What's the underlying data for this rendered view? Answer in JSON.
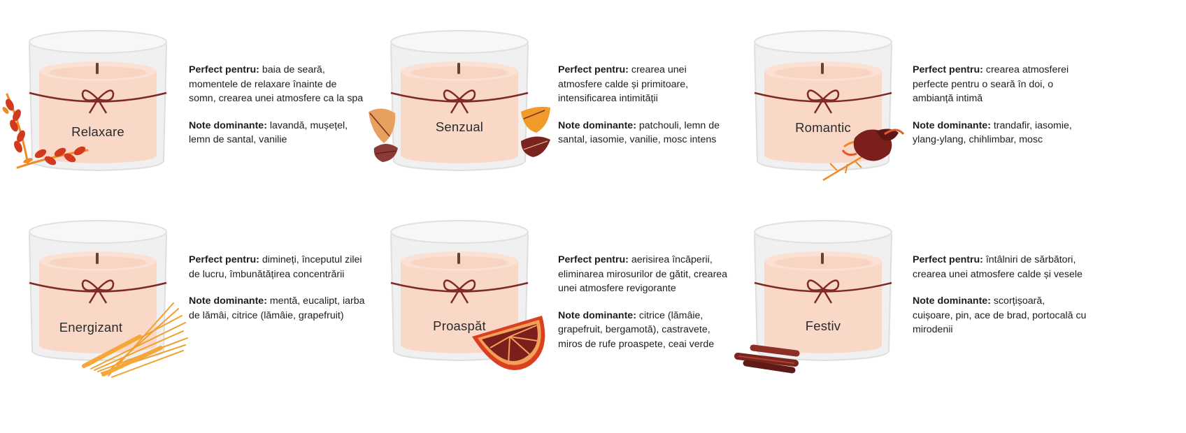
{
  "colors": {
    "wax": "#f9d8c8",
    "wax_top": "#fbe3d6",
    "glass": "#ececec",
    "glass_edge": "#d9d9d9",
    "ribbon": "#7e2a22",
    "wick": "#6b4030",
    "accent_orange": "#f08a24",
    "accent_red": "#c63a1f",
    "accent_dark": "#6e1f1b"
  },
  "labels": {
    "perfect_for": "Perfect pentru:",
    "dominant_notes": "Note dominante:"
  },
  "candles": [
    {
      "name": "Relaxare",
      "decoration": "lavender-icon",
      "perfect_for": " baia de seară, momentele de relaxare înainte de somn, crearea unei atmosfere ca la spa",
      "notes": " lavandă, mușețel, lemn de santal, vanilie"
    },
    {
      "name": "Senzual",
      "decoration": "autumn-leaves-icon",
      "perfect_for": " crearea unei atmosfere calde și primitoare, intensificarea intimității",
      "notes": " patchouli, lemn de santal, iasomie, vanilie, mosc intens"
    },
    {
      "name": "Romantic",
      "decoration": "rose-bud-icon",
      "perfect_for": " crearea atmosferei perfecte pentru o seară în doi, o ambianță intimă",
      "notes": " trandafir, iasomie, ylang-ylang, chihlimbar, mosc"
    },
    {
      "name": "Energizant",
      "decoration": "lemongrass-icon",
      "perfect_for": " dimineți, începutul zilei de lucru, îmbunătățirea concentrării",
      "notes": " mentă, eucalipt, iarba de lămâi, citrice (lămâie, grapefruit)"
    },
    {
      "name": "Proaspăt",
      "decoration": "grapefruit-slice-icon",
      "perfect_for": " aerisirea încăperii, eliminarea mirosurilor de gătit, crearea unei atmosfere revigorante",
      "notes": " citrice (lămâie, grapefruit, bergamotă), castravete, miros de rufe proaspete, ceai verde"
    },
    {
      "name": "Festiv",
      "decoration": "cinnamon-sticks-icon",
      "perfect_for": " întâlniri de sărbători, crearea unei atmosfere calde și vesele",
      "notes": " scorțișoară, cuișoare, pin, ace de brad, portocală cu mirodenii"
    }
  ]
}
